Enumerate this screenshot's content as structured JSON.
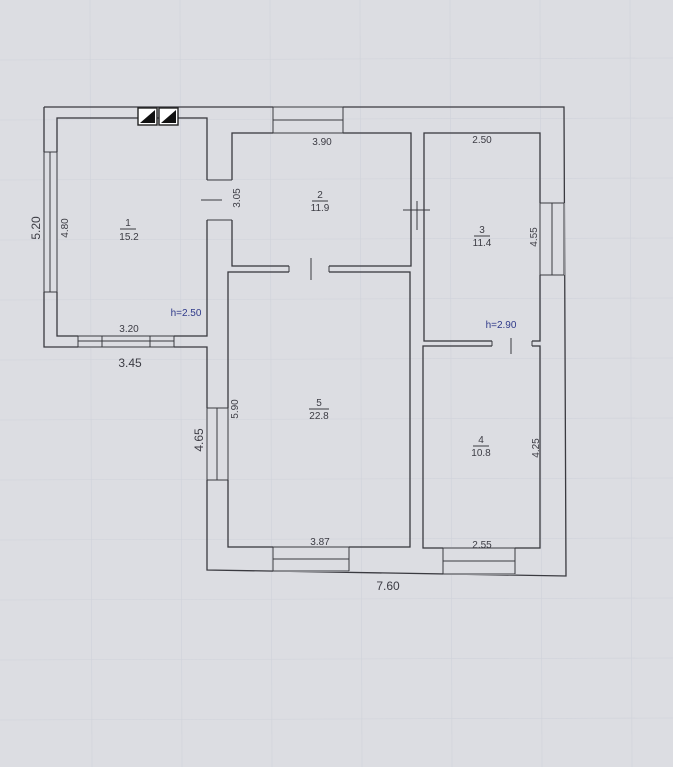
{
  "rooms": [
    {
      "number": "1",
      "area": "15.2"
    },
    {
      "number": "2",
      "area": "11.9"
    },
    {
      "number": "3",
      "area": "11.4"
    },
    {
      "number": "4",
      "area": "10.8"
    },
    {
      "number": "5",
      "area": "22.8"
    }
  ],
  "dimensions": {
    "d_5_20": "5.20",
    "d_4_80": "4.80",
    "d_3_20": "3.20",
    "d_3_45": "3.45",
    "d_3_90": "3.90",
    "d_3_05": "3.05",
    "d_2_50": "2.50",
    "d_4_55": "4.55",
    "d_5_90": "5.90",
    "d_4_65": "4.65",
    "d_3_87": "3.87",
    "d_2_55": "2.55",
    "d_4_25": "4.25",
    "d_7_60": "7.60"
  },
  "heights": {
    "h_left": "h=2.50",
    "h_right": "h=2.90"
  }
}
